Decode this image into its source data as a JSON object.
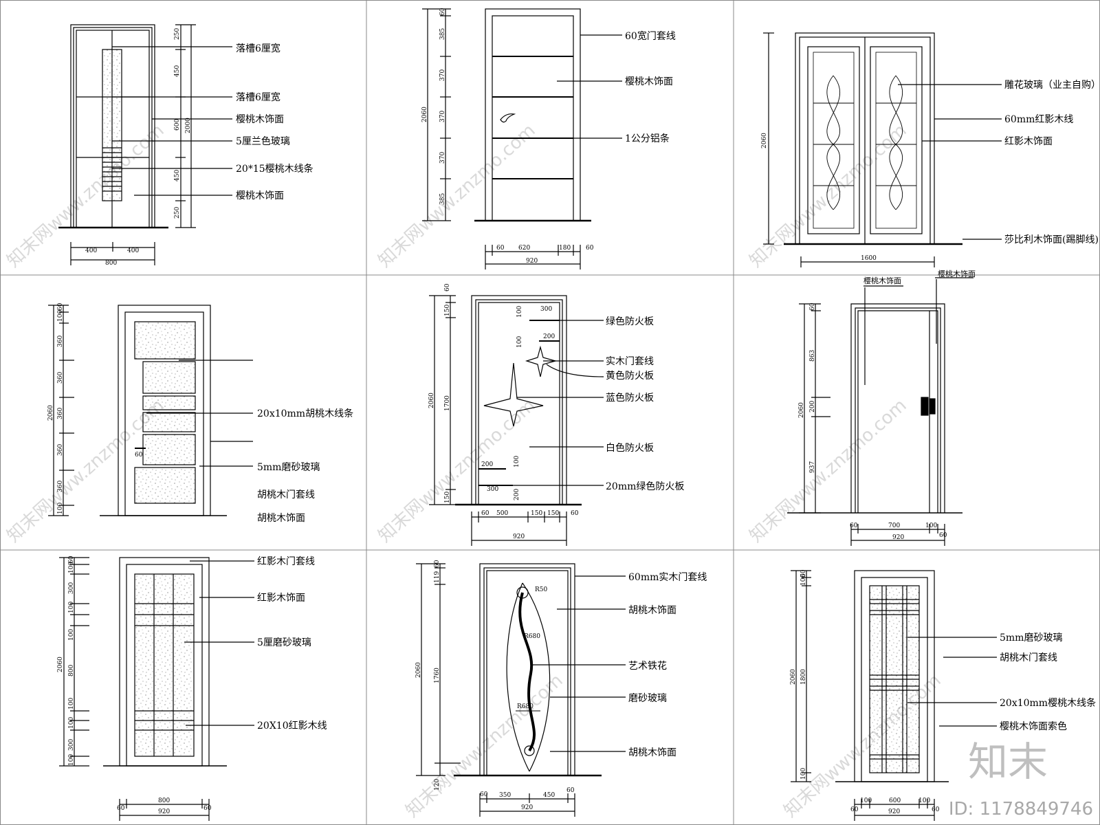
{
  "panels": [
    {
      "labels": [
        "落槽6厘宽",
        "落槽6厘宽",
        "樱桃木饰面",
        "5厘兰色玻璃",
        "20*15樱桃木线条",
        "樱桃木饰面"
      ],
      "vdims": [
        "250",
        "450",
        "600",
        "2000",
        "450",
        "250"
      ],
      "hdims": [
        "400",
        "400",
        "800"
      ]
    },
    {
      "labels": [
        "60宽门套线",
        "樱桃木饰面",
        "1公分铝条"
      ],
      "vdims": [
        "60",
        "385",
        "370",
        "370",
        "370",
        "385",
        "2060"
      ],
      "hdims": [
        "60",
        "620",
        "180",
        "60",
        "920"
      ]
    },
    {
      "labels": [
        "雕花玻璃（业主自购）",
        "60mm红影木线",
        "红影木饰面",
        "莎比利木饰面(踢脚线)"
      ],
      "vdims": [
        "2060"
      ],
      "hdims": [
        "1600"
      ]
    },
    {
      "labels": [
        "20x10mm胡桃木线条",
        "5mm磨砂玻璃",
        "胡桃木门套线",
        "胡桃木饰面"
      ],
      "vdims": [
        "60",
        "100",
        "360",
        "360",
        "360",
        "360",
        "360",
        "100",
        "2060"
      ],
      "hdims": [
        "60"
      ]
    },
    {
      "labels": [
        "绿色防火板",
        "实木门套线",
        "黄色防火板",
        "蓝色防火板",
        "白色防火板",
        "20mm绿色防火板"
      ],
      "vdims": [
        "60",
        "150",
        "1700",
        "2060",
        "150"
      ],
      "hdims": [
        "300",
        "200",
        "200",
        "300",
        "200",
        "100",
        "100",
        "200",
        "60",
        "500",
        "150",
        "150",
        "60",
        "920"
      ]
    },
    {
      "labels": [
        "樱桃木饰面",
        "樱桃木饰面"
      ],
      "vdims": [
        "60",
        "863",
        "200",
        "2060",
        "937"
      ],
      "hdims": [
        "60",
        "700",
        "100",
        "60",
        "920"
      ]
    },
    {
      "labels": [
        "红影木门套线",
        "红影木饰面",
        "5厘磨砂玻璃",
        "20X10红影木线"
      ],
      "vdims": [
        "60",
        "100",
        "300",
        "100",
        "100",
        "800",
        "100",
        "100",
        "300",
        "100",
        "2060"
      ],
      "hdims": [
        "800",
        "920",
        "60",
        "60"
      ]
    },
    {
      "labels": [
        "60mm实木门套线",
        "胡桃木饰面",
        "艺术铁花",
        "磨砂玻璃",
        "胡桃木饰面"
      ],
      "vdims": [
        "60",
        "119",
        "2060",
        "1760",
        "120"
      ],
      "hdims": [
        "R50",
        "R680",
        "R680",
        "60",
        "350",
        "450",
        "60",
        "920"
      ]
    },
    {
      "labels": [
        "5mm磨砂玻璃",
        "胡桃木门套线",
        "20x10mm樱桃木线条",
        "樱桃木饰面索色"
      ],
      "vdims": [
        "60",
        "100",
        "2060",
        "1800",
        "100"
      ],
      "hdims": [
        "100",
        "600",
        "100",
        "60",
        "60",
        "920"
      ]
    }
  ],
  "watermark": "知末网www.znzmo.com",
  "brand": "知末",
  "id_text": "ID: 1178849746"
}
